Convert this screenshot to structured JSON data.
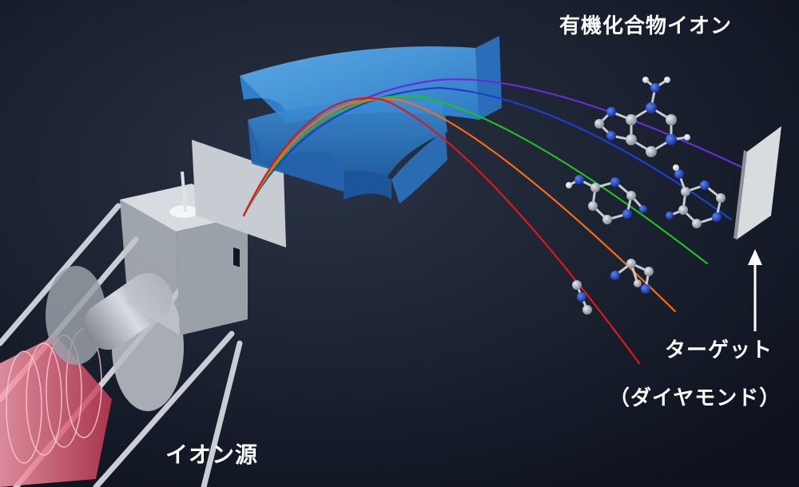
{
  "labels": {
    "organic_ions": "有機化合物イオン",
    "target": "ターゲット",
    "target_material": "（ダイヤモンド）",
    "ion_source": "イオン源"
  },
  "colors": {
    "background": "#0f1624",
    "magnet": "#3b8fd6",
    "beam_purple": "#6a2bd8",
    "beam_blue": "#1d3fd0",
    "beam_green": "#1ec21e",
    "beam_orange": "#ff6a10",
    "beam_red": "#e01818",
    "atom_carbon": "#9aa3ad",
    "atom_nitrogen": "#1a3fb8",
    "atom_hydrogen": "#f2f2f2"
  }
}
